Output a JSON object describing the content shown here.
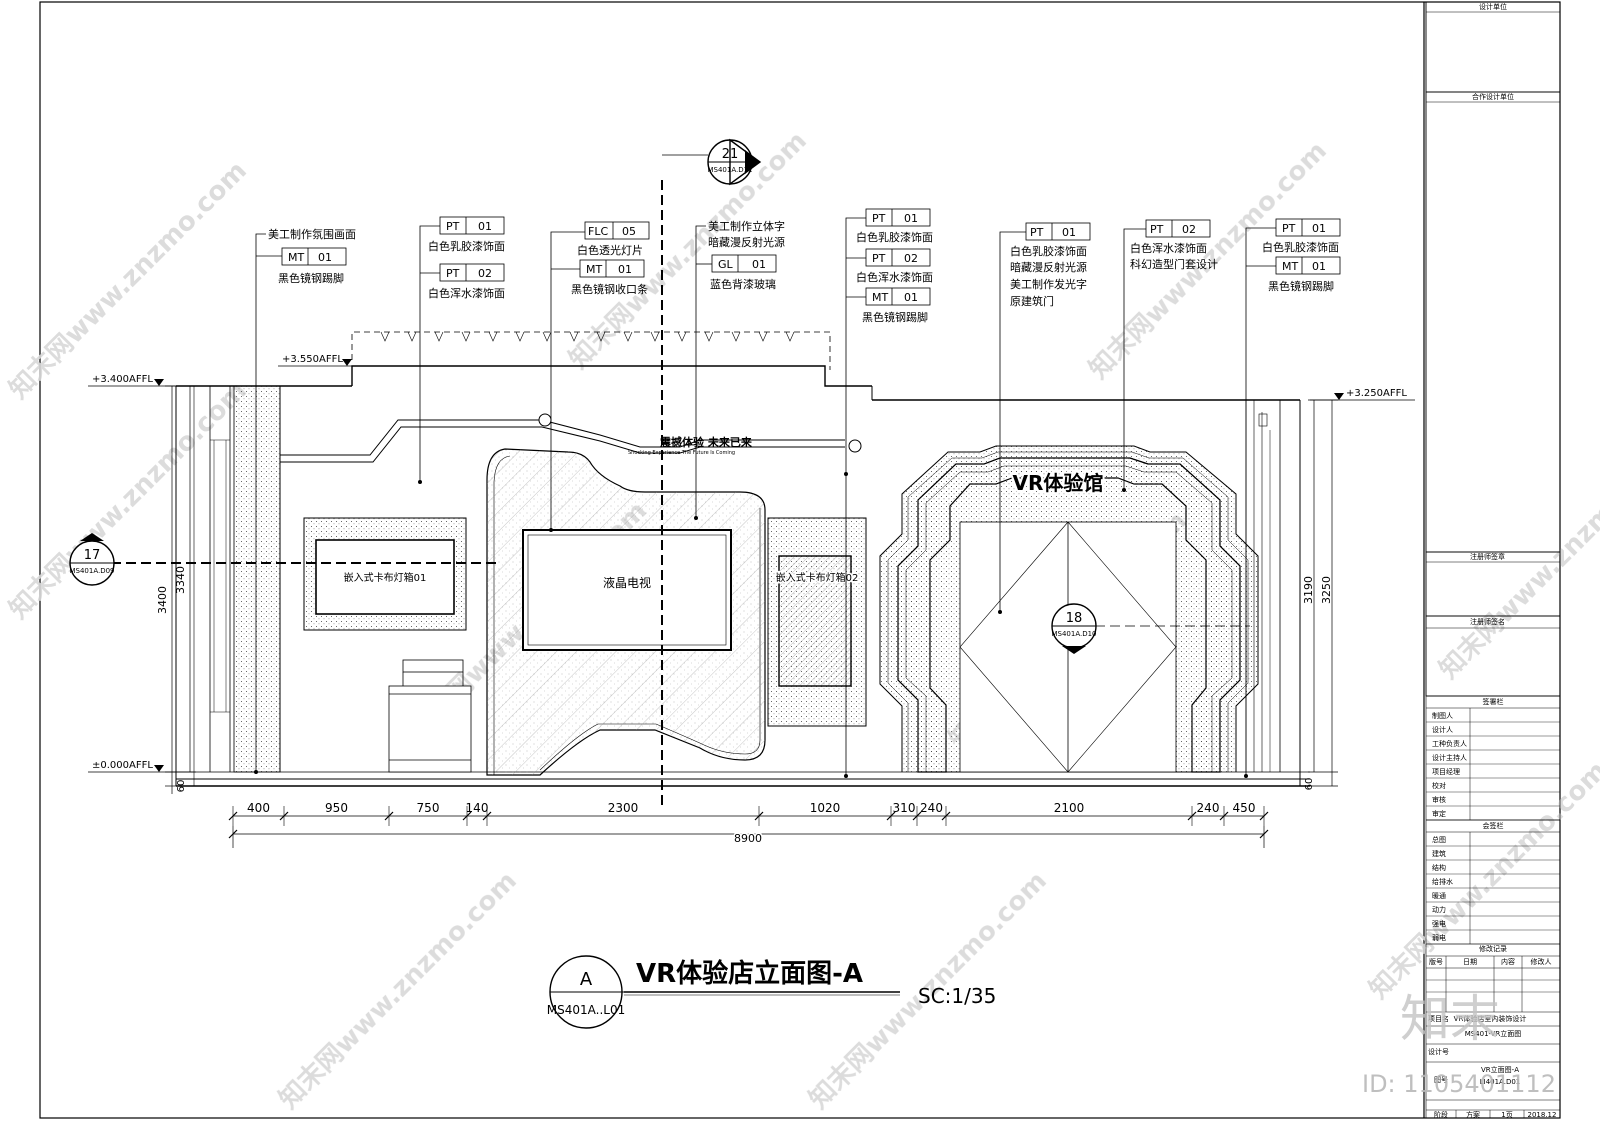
{
  "drawing": {
    "title": "VR体验店立面图-A",
    "scale": "SC:1/35",
    "title_symbol": {
      "letter": "A",
      "ref": "MS401A..L01"
    },
    "sign_text": "VR体验馆",
    "wall_slogan_cn": "震撼体验 未来已来",
    "wall_slogan_en": "Shocking Experience The Future Is Coming",
    "lightbox_left": "嵌入式卡布灯箱01",
    "lightbox_right": "嵌入式卡布灯箱02",
    "tv_label": "液晶电视"
  },
  "levels": {
    "ceiling_left": "+3.400AFFL",
    "ceiling_mid": "+3.550AFFL",
    "ceiling_right": "+3.250AFFL",
    "floor": "±0.000AFFL"
  },
  "section_markers": {
    "m21": {
      "num": "21",
      "ref": "MS401A.D11"
    },
    "m17": {
      "num": "17",
      "ref": "MS401A.D09"
    },
    "m18": {
      "num": "18",
      "ref": "MS401A.D10"
    }
  },
  "callouts": {
    "c1": {
      "text1": "美工制作氛围画面",
      "code": "MT",
      "num": "01",
      "text2": "黑色镜钢踢脚"
    },
    "c2": {
      "code1": "PT",
      "num1": "01",
      "text1": "白色乳胶漆饰面",
      "code2": "PT",
      "num2": "02",
      "text2": "白色浑水漆饰面"
    },
    "c3": {
      "code1": "FLC",
      "num1": "05",
      "text1": "白色透光灯片",
      "code2": "MT",
      "num2": "01",
      "text2": "黑色镜钢收口条"
    },
    "c4": {
      "text1": "美工制作立体字",
      "text2": "暗藏漫反射光源",
      "code": "GL",
      "num": "01",
      "text3": "蓝色背漆玻璃"
    },
    "c5": {
      "code1": "PT",
      "num1": "01",
      "text1": "白色乳胶漆饰面",
      "code2": "PT",
      "num2": "02",
      "text2": "白色浑水漆饰面",
      "code3": "MT",
      "num3": "01",
      "text3": "黑色镜钢踢脚"
    },
    "c6": {
      "code": "PT",
      "num": "01",
      "text1": "白色乳胶漆饰面",
      "text2": "暗藏漫反射光源",
      "text3": "美工制作发光字",
      "text4": "原建筑门"
    },
    "c7": {
      "code": "PT",
      "num": "02",
      "text1": "白色浑水漆饰面",
      "text2": "科幻造型门套设计"
    },
    "c8": {
      "code1": "PT",
      "num1": "01",
      "text1": "白色乳胶漆饰面",
      "code2": "MT",
      "num2": "01",
      "text2": "黑色镜钢踢脚"
    }
  },
  "dimensions": {
    "segments": [
      "400",
      "950",
      "750",
      "140",
      "2300",
      "1020",
      "310",
      "240",
      "2100",
      "240",
      "450"
    ],
    "total": "8900",
    "left_heights": [
      "3400",
      "3340",
      "60"
    ],
    "right_heights": [
      "3190",
      "3250",
      "60"
    ]
  },
  "title_block": {
    "design_unit": "设计单位",
    "coop_unit": "合作设计单位",
    "reg_stamp": "注册师签章",
    "reg_sign": "注册师签名",
    "sign_header": "签署栏",
    "sign_rows": [
      "制图人",
      "设计人",
      "工种负责人",
      "设计主持人",
      "项目经理",
      "校对",
      "审核",
      "审定"
    ],
    "cosign_header": "会签栏",
    "cosign_rows": [
      "总图",
      "建筑",
      "结构",
      "给排水",
      "暖通",
      "动力",
      "强电",
      "弱电"
    ],
    "revision_header": "修改记录",
    "revision_cols": [
      "版号",
      "日期",
      "内容",
      "修改人"
    ],
    "project_label": "项目名",
    "project_name": "VR体验店室内装饰设计",
    "drawing_name": "MS401-VR立面图",
    "designer_label": "设计号",
    "drawing_code": "VR立面图-A",
    "drawing_no": "LI401A.D01",
    "sheet_label": "图号",
    "phase": "阶段",
    "status": "方案",
    "page": "1页",
    "date": "2018.12"
  },
  "watermark": {
    "site": "知末网www.znzmo.com",
    "brand": "知末",
    "id": "ID: 1105401112"
  }
}
